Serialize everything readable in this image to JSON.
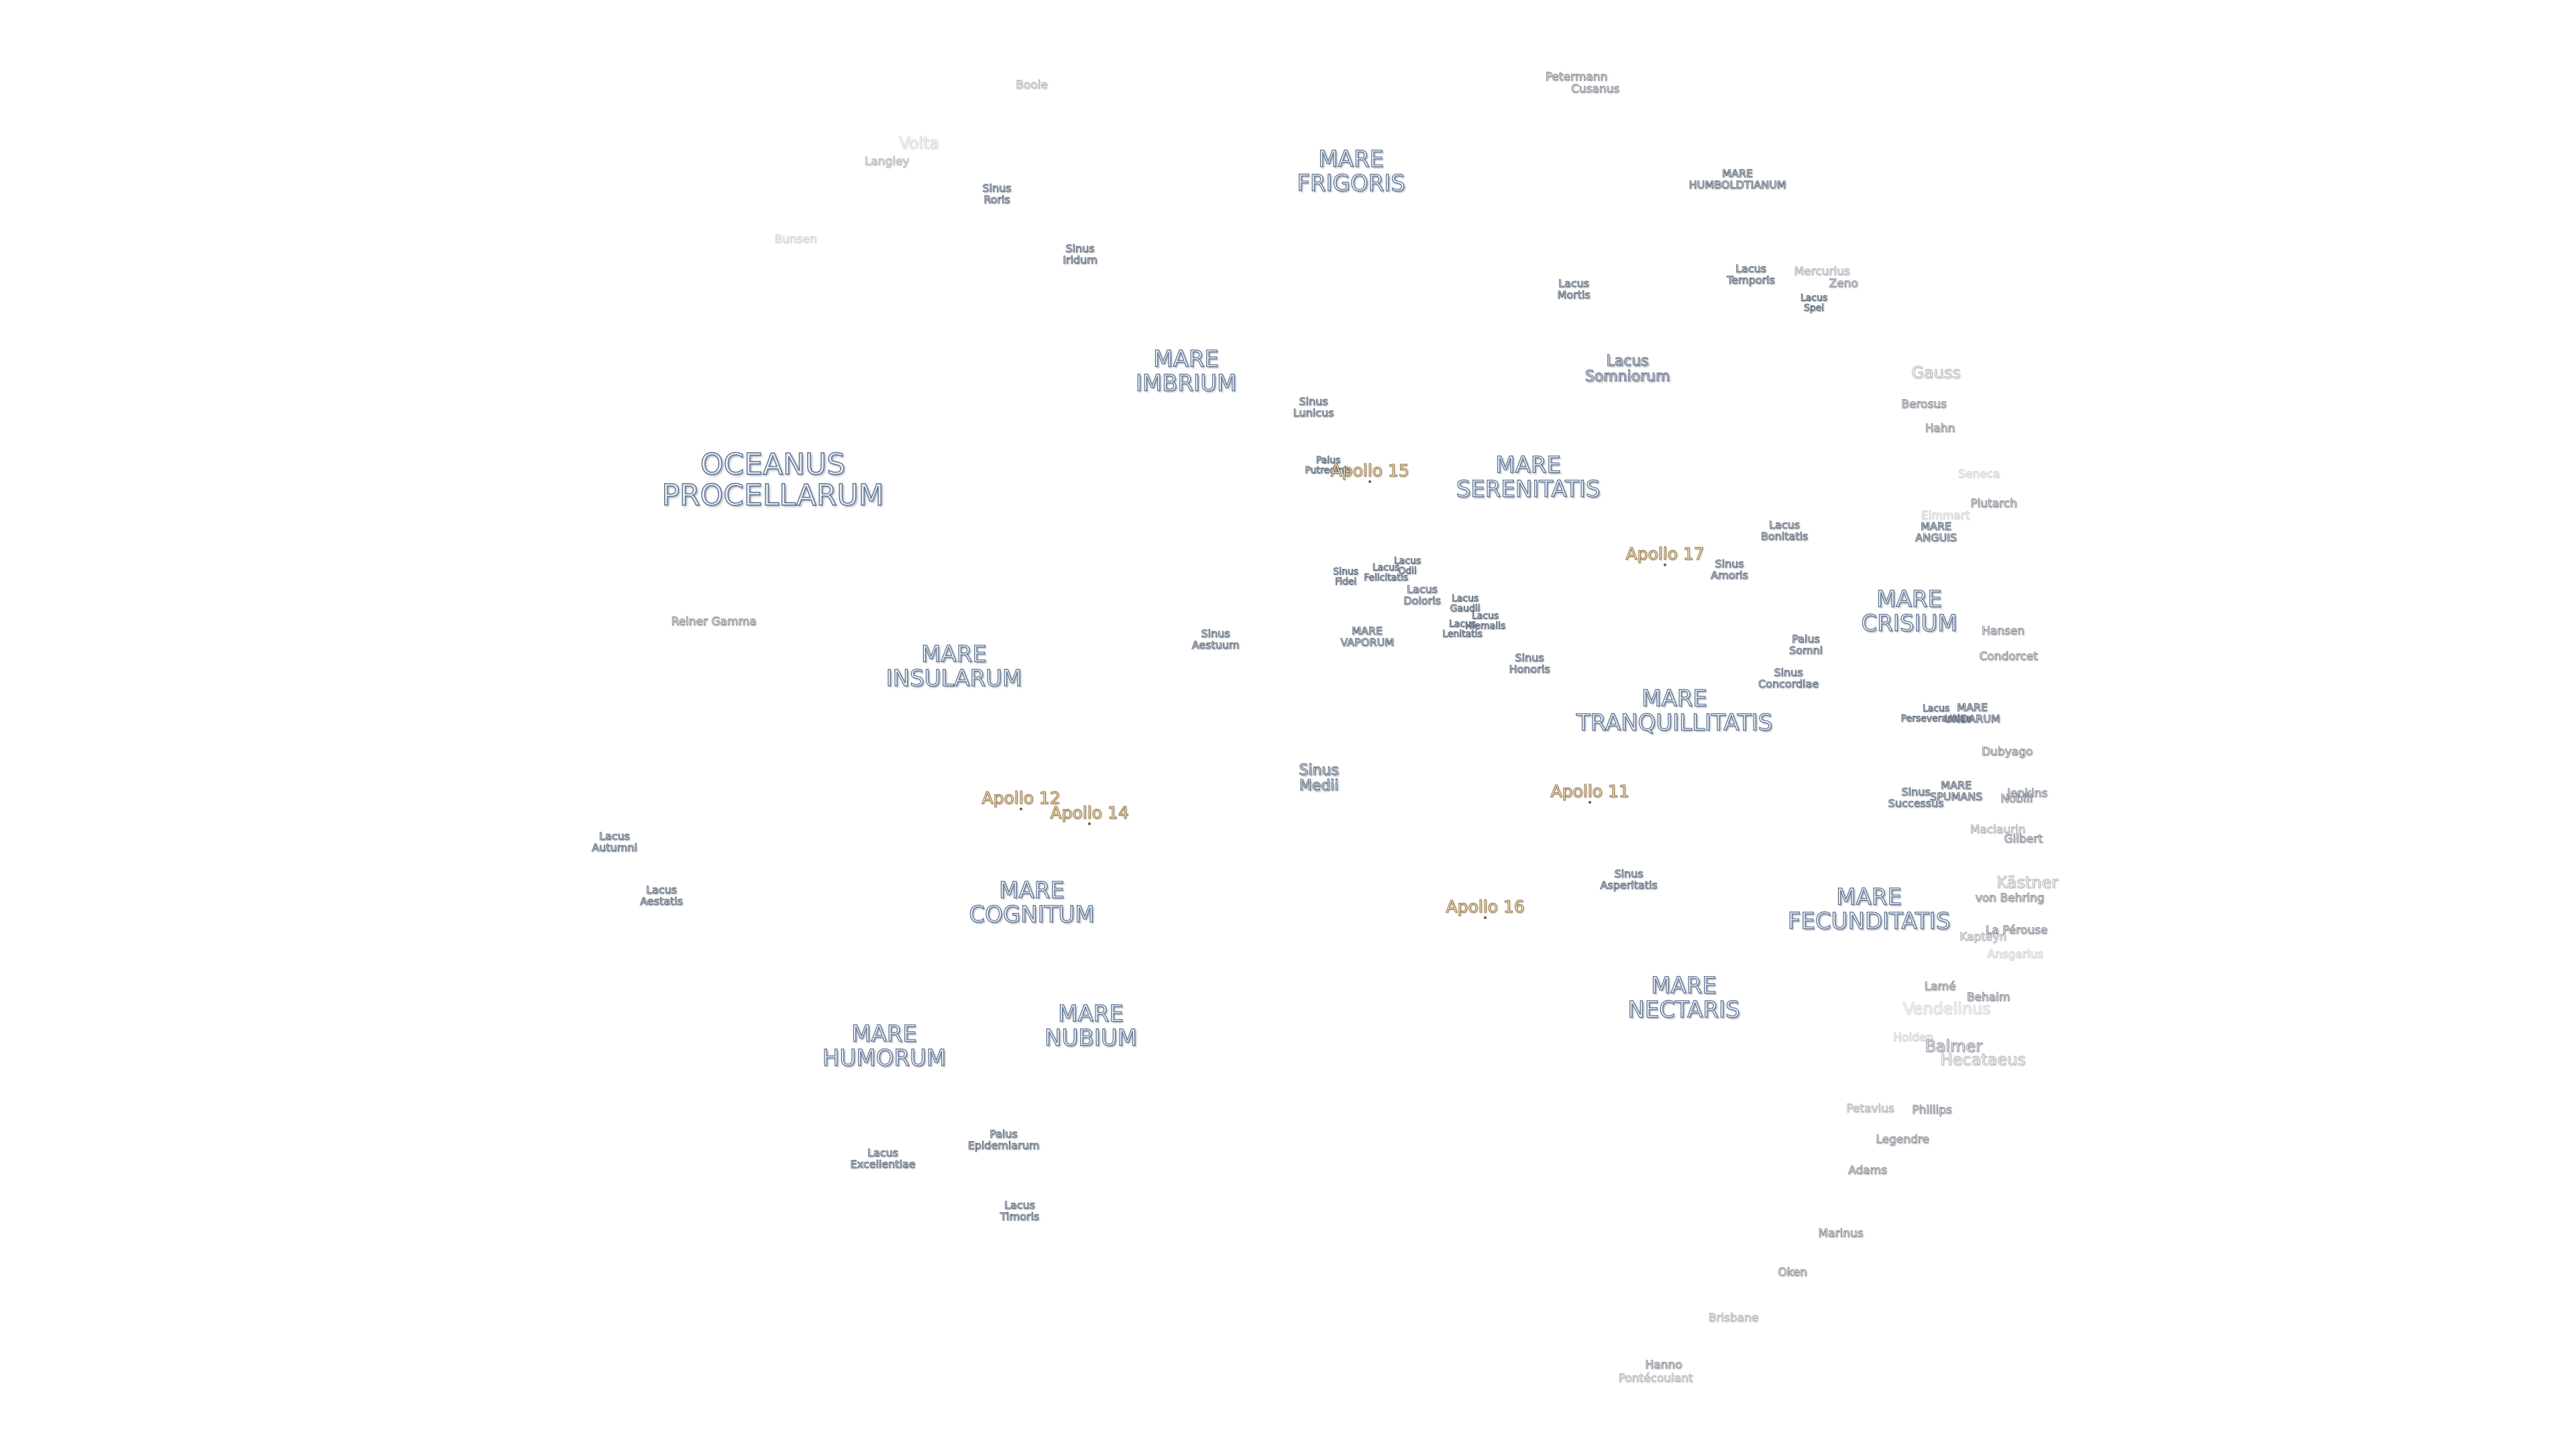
{
  "maria": [
    {
      "key": "frigoris",
      "text": "MARE\nFRIGORIS"
    },
    {
      "key": "humboldtianum",
      "text": "MARE\nHUMBOLDTIANUM"
    },
    {
      "key": "imbrium",
      "text": "MARE\nIMBRIUM"
    },
    {
      "key": "oceanus",
      "text": "OCEANUS\nPROCELLARUM"
    },
    {
      "key": "serenitatis",
      "text": "MARE\nSERENITATIS"
    },
    {
      "key": "anguis",
      "text": "MARE\nANGUIS"
    },
    {
      "key": "crisium",
      "text": "MARE\nCRISIUM"
    },
    {
      "key": "insularum",
      "text": "MARE\nINSULARUM"
    },
    {
      "key": "vaporum",
      "text": "MARE\nVAPORUM"
    },
    {
      "key": "tranquillitatis",
      "text": "MARE\nTRANQUILLITATIS"
    },
    {
      "key": "undarum",
      "text": "MARE\nUNDARUM"
    },
    {
      "key": "spumans",
      "text": "MARE\nSPUMANS"
    },
    {
      "key": "cognitum",
      "text": "MARE\nCOGNITUM"
    },
    {
      "key": "fecunditatis",
      "text": "MARE\nFECUNDITATIS"
    },
    {
      "key": "nectaris",
      "text": "MARE\nNECTARIS"
    },
    {
      "key": "nubium",
      "text": "MARE\nNUBIUM"
    },
    {
      "key": "humorum",
      "text": "MARE\nHUMORUM"
    }
  ],
  "features": [
    {
      "key": "sinus-roris",
      "text": "Sinus\nRoris"
    },
    {
      "key": "sinus-iridum",
      "text": "Sinus\nIridum"
    },
    {
      "key": "lacus-mortis",
      "text": "Lacus\nMortis"
    },
    {
      "key": "lacus-temporis",
      "text": "Lacus\nTemporis"
    },
    {
      "key": "lacus-spei",
      "text": "Lacus\nSpei"
    },
    {
      "key": "lacus-somniorum",
      "text": "Lacus\nSomniorum"
    },
    {
      "key": "sinus-lunicus",
      "text": "Sinus\nLunicus"
    },
    {
      "key": "palus-putredinis",
      "text": "Palus\nPutredinis"
    },
    {
      "key": "lacus-bonitatis",
      "text": "Lacus\nBonitatis"
    },
    {
      "key": "sinus-amoris",
      "text": "Sinus\nAmoris"
    },
    {
      "key": "sinus-fidei",
      "text": "Sinus\nFidei"
    },
    {
      "key": "lacus-felicitatis",
      "text": "Lacus\nFelicitatis"
    },
    {
      "key": "lacus-odii",
      "text": "Lacus\nOdii"
    },
    {
      "key": "lacus-doloris",
      "text": "Lacus\nDoloris"
    },
    {
      "key": "lacus-gaudii",
      "text": "Lacus\nGaudii"
    },
    {
      "key": "lacus-hiemalis",
      "text": "Lacus\nHiemalis"
    },
    {
      "key": "lacus-lenitatis",
      "text": "Lacus\nLenitatis"
    },
    {
      "key": "sinus-aestuum",
      "text": "Sinus\nAestuum"
    },
    {
      "key": "sinus-honoris",
      "text": "Sinus\nHonoris"
    },
    {
      "key": "palus-somni",
      "text": "Palus\nSomni"
    },
    {
      "key": "sinus-concordiae",
      "text": "Sinus\nConcordiae"
    },
    {
      "key": "lacus-perseverantiae",
      "text": "Lacus\nPerseverantiae"
    },
    {
      "key": "sinus-medii",
      "text": "Sinus\nMedii"
    },
    {
      "key": "sinus-successus",
      "text": "Sinus\nSuccessus"
    },
    {
      "key": "lacus-autumni",
      "text": "Lacus\nAutumni"
    },
    {
      "key": "lacus-aestatis",
      "text": "Lacus\nAestatis"
    },
    {
      "key": "sinus-asperitatis",
      "text": "Sinus\nAsperitatis"
    },
    {
      "key": "lacus-excellentiae",
      "text": "Lacus\nExcellentiae"
    },
    {
      "key": "palus-epidemiarum",
      "text": "Palus\nEpidemiarum"
    },
    {
      "key": "lacus-timoris",
      "text": "Lacus\nTimoris"
    }
  ],
  "craters": [
    {
      "key": "boole",
      "text": "Boole"
    },
    {
      "key": "petermann",
      "text": "Petermann"
    },
    {
      "key": "cusanus",
      "text": "Cusanus"
    },
    {
      "key": "volta",
      "text": "Volta"
    },
    {
      "key": "langley",
      "text": "Langley"
    },
    {
      "key": "bunsen",
      "text": "Bunsen"
    },
    {
      "key": "mercurius",
      "text": "Mercurius"
    },
    {
      "key": "zeno",
      "text": "Zeno"
    },
    {
      "key": "gauss",
      "text": "Gauss"
    },
    {
      "key": "berosus",
      "text": "Berosus"
    },
    {
      "key": "hahn",
      "text": "Hahn"
    },
    {
      "key": "seneca",
      "text": "Seneca"
    },
    {
      "key": "plutarch",
      "text": "Plutarch"
    },
    {
      "key": "eimmart",
      "text": "Eimmart"
    },
    {
      "key": "reiner-gamma",
      "text": "Reiner Gamma"
    },
    {
      "key": "hansen",
      "text": "Hansen"
    },
    {
      "key": "condorcet",
      "text": "Condorcet"
    },
    {
      "key": "dubyago",
      "text": "Dubyago"
    },
    {
      "key": "jenkins",
      "text": "Jenkins"
    },
    {
      "key": "nobili",
      "text": "Nobili"
    },
    {
      "key": "maclaurin",
      "text": "Maclaurin"
    },
    {
      "key": "gilbert",
      "text": "Gilbert"
    },
    {
      "key": "kastner",
      "text": "Kästner"
    },
    {
      "key": "von-behring",
      "text": "von Behring"
    },
    {
      "key": "la-perouse",
      "text": "La Pérouse"
    },
    {
      "key": "kapteyn",
      "text": "Kapteyn"
    },
    {
      "key": "ansgarius",
      "text": "Ansgarius"
    },
    {
      "key": "lame",
      "text": "Lamé"
    },
    {
      "key": "vendelinus",
      "text": "Vendelinus"
    },
    {
      "key": "behaim",
      "text": "Behaim"
    },
    {
      "key": "holden",
      "text": "Holden"
    },
    {
      "key": "balmer",
      "text": "Balmer"
    },
    {
      "key": "hecataeus",
      "text": "Hecataeus"
    },
    {
      "key": "phillips",
      "text": "Phillips"
    },
    {
      "key": "legendre",
      "text": "Legendre"
    },
    {
      "key": "adams",
      "text": "Adams"
    },
    {
      "key": "marinus",
      "text": "Marinus"
    },
    {
      "key": "oken",
      "text": "Oken"
    },
    {
      "key": "petavius",
      "text": "Petavius"
    },
    {
      "key": "brisbane",
      "text": "Brisbane"
    },
    {
      "key": "hanno",
      "text": "Hanno"
    },
    {
      "key": "pontecoulant",
      "text": "Pontécoulant"
    }
  ],
  "apollo": [
    {
      "key": "apollo-15",
      "text": "Apollo 15"
    },
    {
      "key": "apollo-17",
      "text": "Apollo 17"
    },
    {
      "key": "apollo-11",
      "text": "Apollo 11"
    },
    {
      "key": "apollo-12",
      "text": "Apollo 12"
    },
    {
      "key": "apollo-14",
      "text": "Apollo 14"
    },
    {
      "key": "apollo-16",
      "text": "Apollo 16"
    }
  ]
}
